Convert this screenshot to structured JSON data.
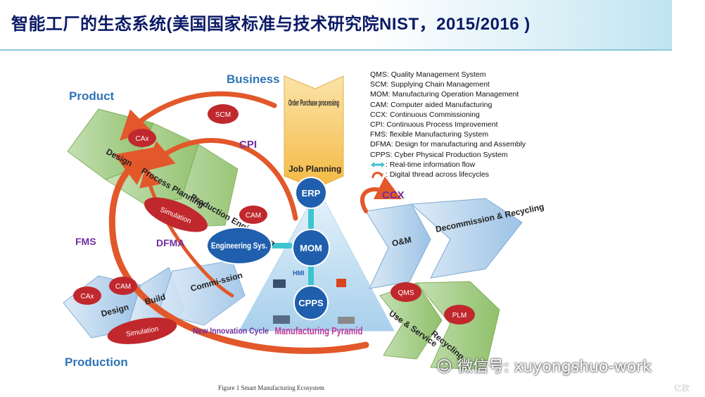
{
  "title": "智能工厂的生态系统(美国国家标准与技术研究院NIST，2015/2016 )",
  "diagram": {
    "section_labels": {
      "business": "Business",
      "product": "Product",
      "production": "Production"
    },
    "business_column": {
      "order_text": "Order Purchase processing",
      "job_planning": "Job Planning"
    },
    "product_chevrons": [
      "Design",
      "Process Planning",
      "Production Engineering"
    ],
    "production_chevrons": [
      "Design",
      "Build",
      "Commi-ssion"
    ],
    "lifecycle_chevrons": [
      "O&M",
      "Decommission & Recycling"
    ],
    "service_chevrons": [
      "Use & Service",
      "Recycling"
    ],
    "badges": {
      "scm": "SCM",
      "cax_top": "CAx",
      "cam_top": "CAM",
      "simulation_top": "Simulation",
      "cax_bottom": "CAx",
      "cam_bottom": "CAM",
      "simulation_bottom": "Simulation",
      "qms": "QMS",
      "plm": "PLM"
    },
    "flow_labels": {
      "cpi": "CPI",
      "ccx": "CCX",
      "fms": "FMS",
      "dfma": "DFMA",
      "new_innovation": "New Innovation Cycle"
    },
    "nodes": {
      "erp": "ERP",
      "mom": "MOM",
      "cpps": "CPPS",
      "engineering": "Engineering Sys.",
      "hmi": "HMI"
    },
    "pyramid_label": "Manufacturing Pyramid"
  },
  "legend": {
    "items": [
      "QMS: Quality Management System",
      "SCM: Supplying Chain Management",
      "MOM: Manufacturing Operation Management",
      "CAM: Computer aided Manufacturing",
      "CCX: Continuous Commissioning",
      "CPI: Continuous Process Improvement",
      "FMS: flexible Manufacturing System",
      "DFMA: Design for manufacturing and Assembly",
      "CPPS: Cyber Physical Production System"
    ],
    "realtime_label": ": Real-time information flow",
    "digital_label": ": Digital thread across lifecycles"
  },
  "watermark": "微信号: xuyongshuo-work",
  "caption": "Figure 1 Smart Manufacturing Ecosystem",
  "corner_logo": "亿欧",
  "colors": {
    "title": "#0b1a66",
    "section_label": "#2e75b6",
    "chevron_green": "#a9d18e",
    "chevron_blue": "#bdd7ee",
    "badge_red": "#c0282d",
    "node_blue": "#1f5fae",
    "flow_purple": "#7030a0",
    "pyramid_magenta": "#c0399b",
    "arrow_orange": "#e2582a"
  }
}
